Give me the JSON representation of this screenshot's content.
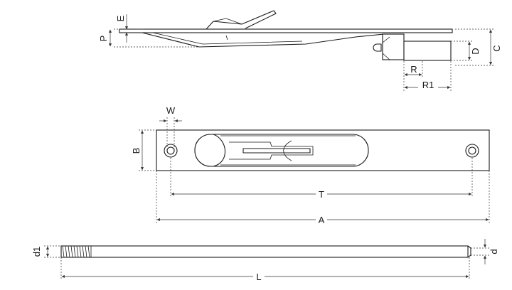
{
  "diagram": {
    "labels": {
      "E": "E",
      "P": "P",
      "D": "D",
      "C": "C",
      "R": "R",
      "R1": "R1",
      "W": "W",
      "B": "B",
      "T": "T",
      "A": "A",
      "d1": "d1",
      "d": "d",
      "L": "L"
    }
  }
}
